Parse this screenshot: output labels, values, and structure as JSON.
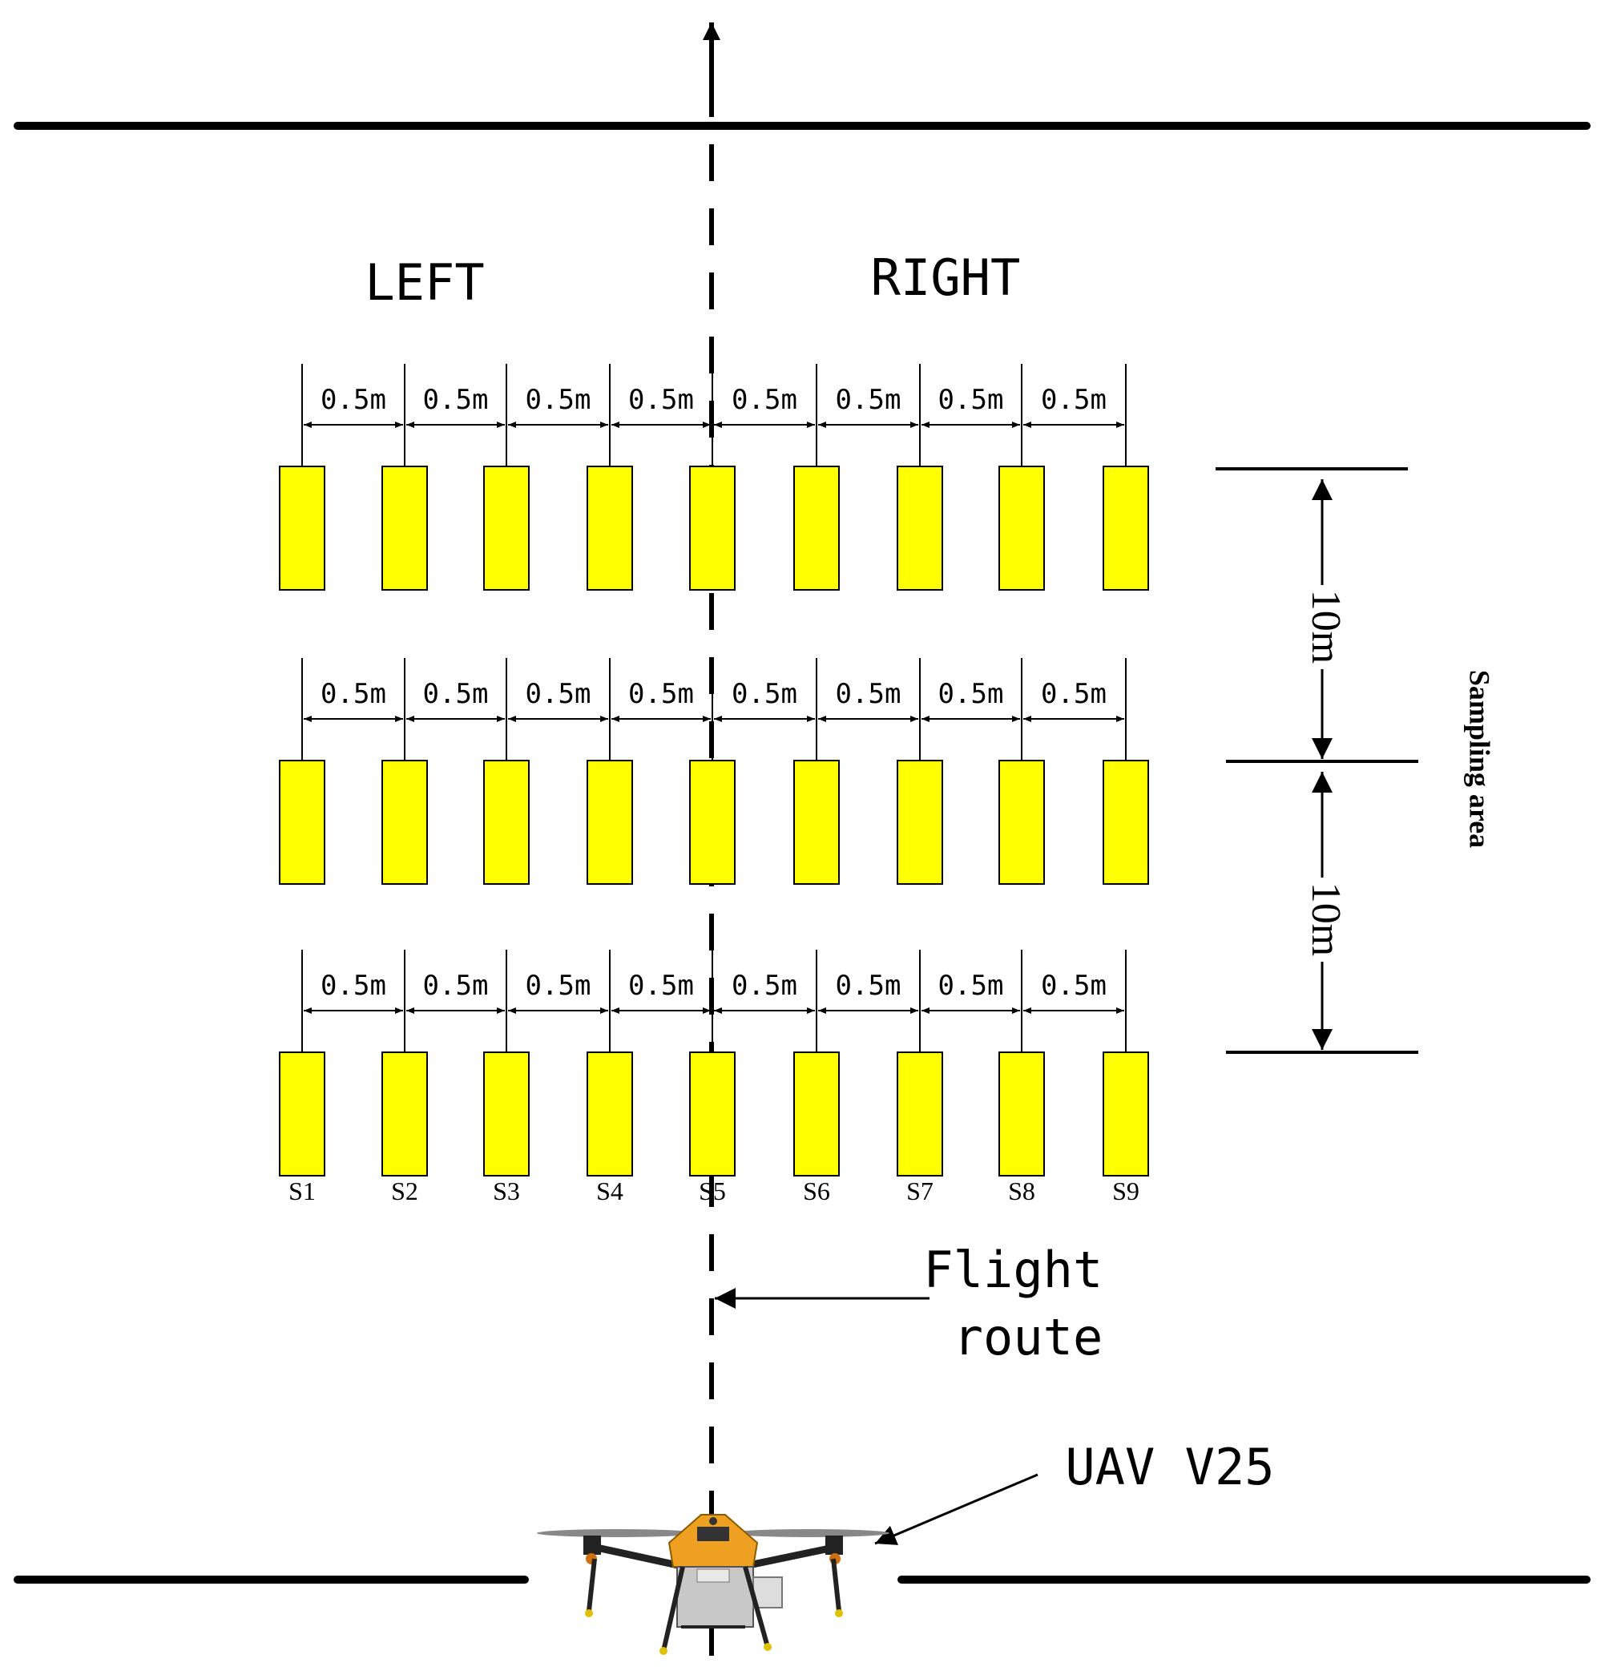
{
  "labels": {
    "left": "LEFT",
    "right": "RIGHT",
    "spacing": "0.5m",
    "row_gap": "10m",
    "sampling_area": "Sampling area",
    "flight_route_line1": "Flight",
    "flight_route_line2": "route",
    "uav": "UAV V25"
  },
  "samplers": [
    "S1",
    "S2",
    "S3",
    "S4",
    "S5",
    "S6",
    "S7",
    "S8",
    "S9"
  ],
  "rows": 3,
  "colors": {
    "sampler_fill": "#ffff00",
    "line": "#000000",
    "uav_body": "#f0a020",
    "uav_payload": "#c8c8c8",
    "uav_frame": "#333333"
  }
}
